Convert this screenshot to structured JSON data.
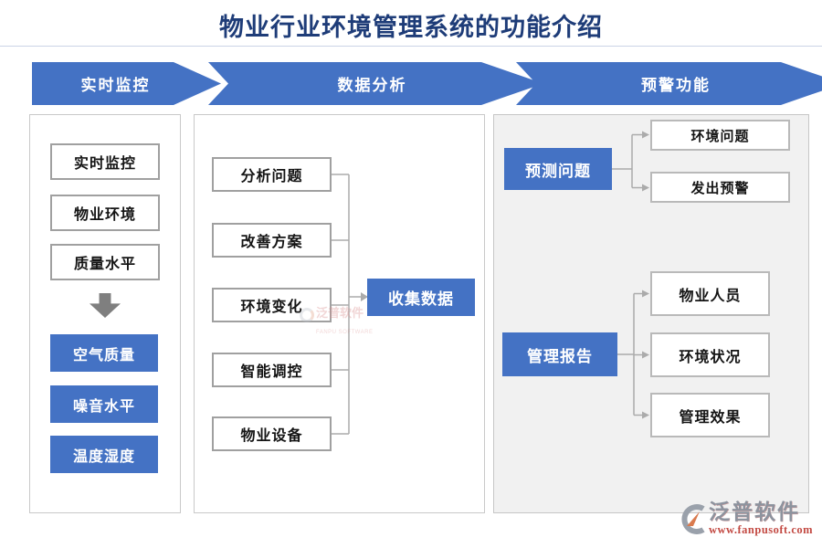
{
  "title": "物业行业环境管理系统的功能介绍",
  "flow_steps": [
    {
      "id": "realtime-monitoring",
      "label": "实时监控"
    },
    {
      "id": "data-analysis",
      "label": "数据分析"
    },
    {
      "id": "warning-function",
      "label": "预警功能"
    }
  ],
  "monitoring_panel": {
    "items": [
      "实时监控",
      "物业环境",
      "质量水平"
    ],
    "metrics": [
      "空气质量",
      "噪音水平",
      "温度湿度"
    ]
  },
  "analysis_panel": {
    "sources": [
      "分析问题",
      "改善方案",
      "环境变化",
      "智能调控",
      "物业设备"
    ],
    "target": "收集数据"
  },
  "warning_panel": {
    "predict": {
      "source": "预测问题",
      "targets": [
        "环境问题",
        "发出预警"
      ]
    },
    "report": {
      "source": "管理报告",
      "targets": [
        "物业人员",
        "环境状况",
        "管理效果"
      ]
    }
  },
  "watermark": {
    "text": "泛普软件",
    "subtext": "FANPU SOFTWARE"
  },
  "logo": {
    "name": "泛普软件",
    "url": "www.fanpusoft.com"
  },
  "colors": {
    "accent_blue": "#4472C4",
    "title_navy": "#1E3C78",
    "panel_gray": "#F1F1F1",
    "box_border_gray": "#A0A0A0",
    "connector_gray": "#ABABAB",
    "block_arrow_gray": "#7F7F7F",
    "logo_gray": "#8D939E",
    "logo_red": "#C34A43"
  }
}
